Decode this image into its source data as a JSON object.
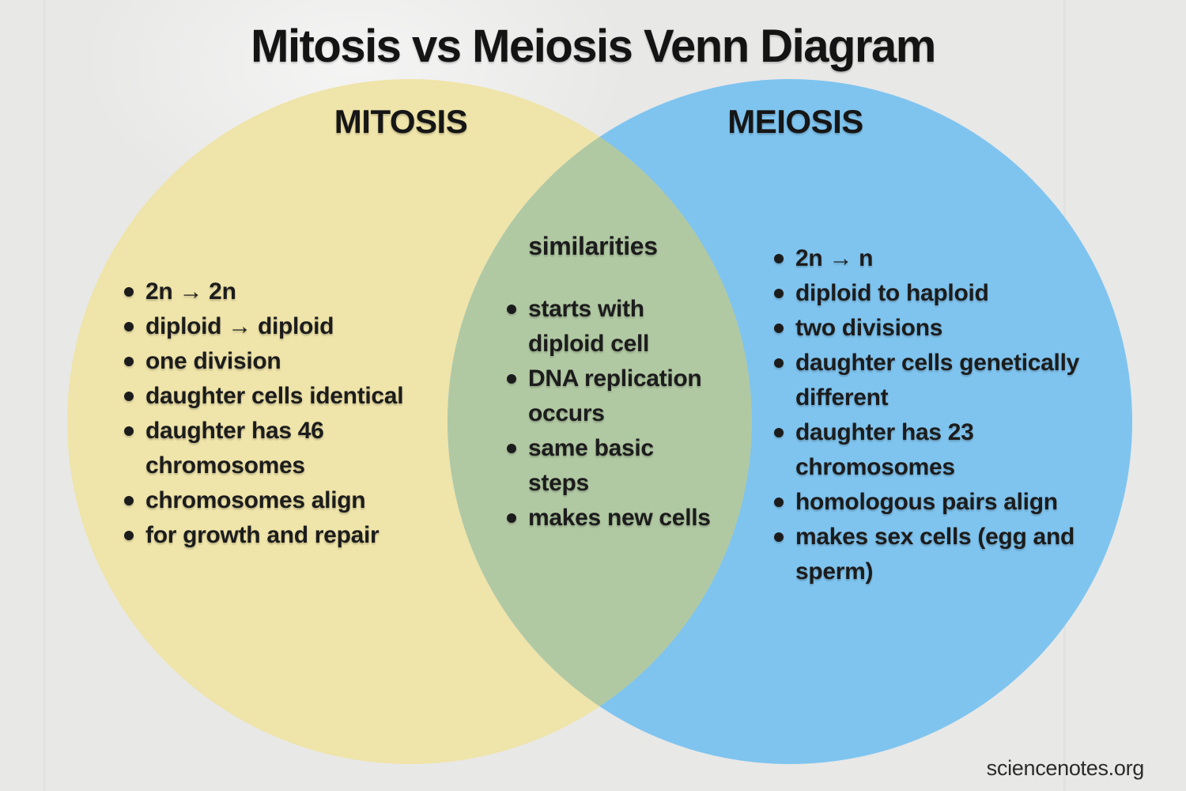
{
  "title": "Mitosis vs Meiosis Venn Diagram",
  "watermark": "sciencenotes.org",
  "colors": {
    "background": "#e8e8e7",
    "mitosis_circle": "#efe4a9",
    "meiosis_circle": "#7fc4ef",
    "overlap": "#b1c9a3",
    "text": "#1c1c1c"
  },
  "venn": {
    "left": {
      "label": "MITOSIS",
      "items": [
        [
          "2n → 2n"
        ],
        [
          "diploid → diploid"
        ],
        [
          "one division"
        ],
        [
          "daughter cells identical"
        ],
        [
          "daughter has 46",
          "chromosomes"
        ],
        [
          "chromosomes align"
        ],
        [
          "for growth and repair"
        ]
      ]
    },
    "overlap": {
      "label": "similarities",
      "items": [
        [
          "starts with",
          "diploid cell"
        ],
        [
          "DNA replication",
          "occurs"
        ],
        [
          "same basic",
          "steps"
        ],
        [
          "makes new cells"
        ]
      ]
    },
    "right": {
      "label": "MEIOSIS",
      "items": [
        [
          "2n → n"
        ],
        [
          "diploid to haploid"
        ],
        [
          "two divisions"
        ],
        [
          "daughter cells genetically",
          "different"
        ],
        [
          "daughter has 23",
          "chromosomes"
        ],
        [
          "homologous pairs align"
        ],
        [
          "makes sex cells (egg and",
          "sperm)"
        ]
      ]
    }
  }
}
